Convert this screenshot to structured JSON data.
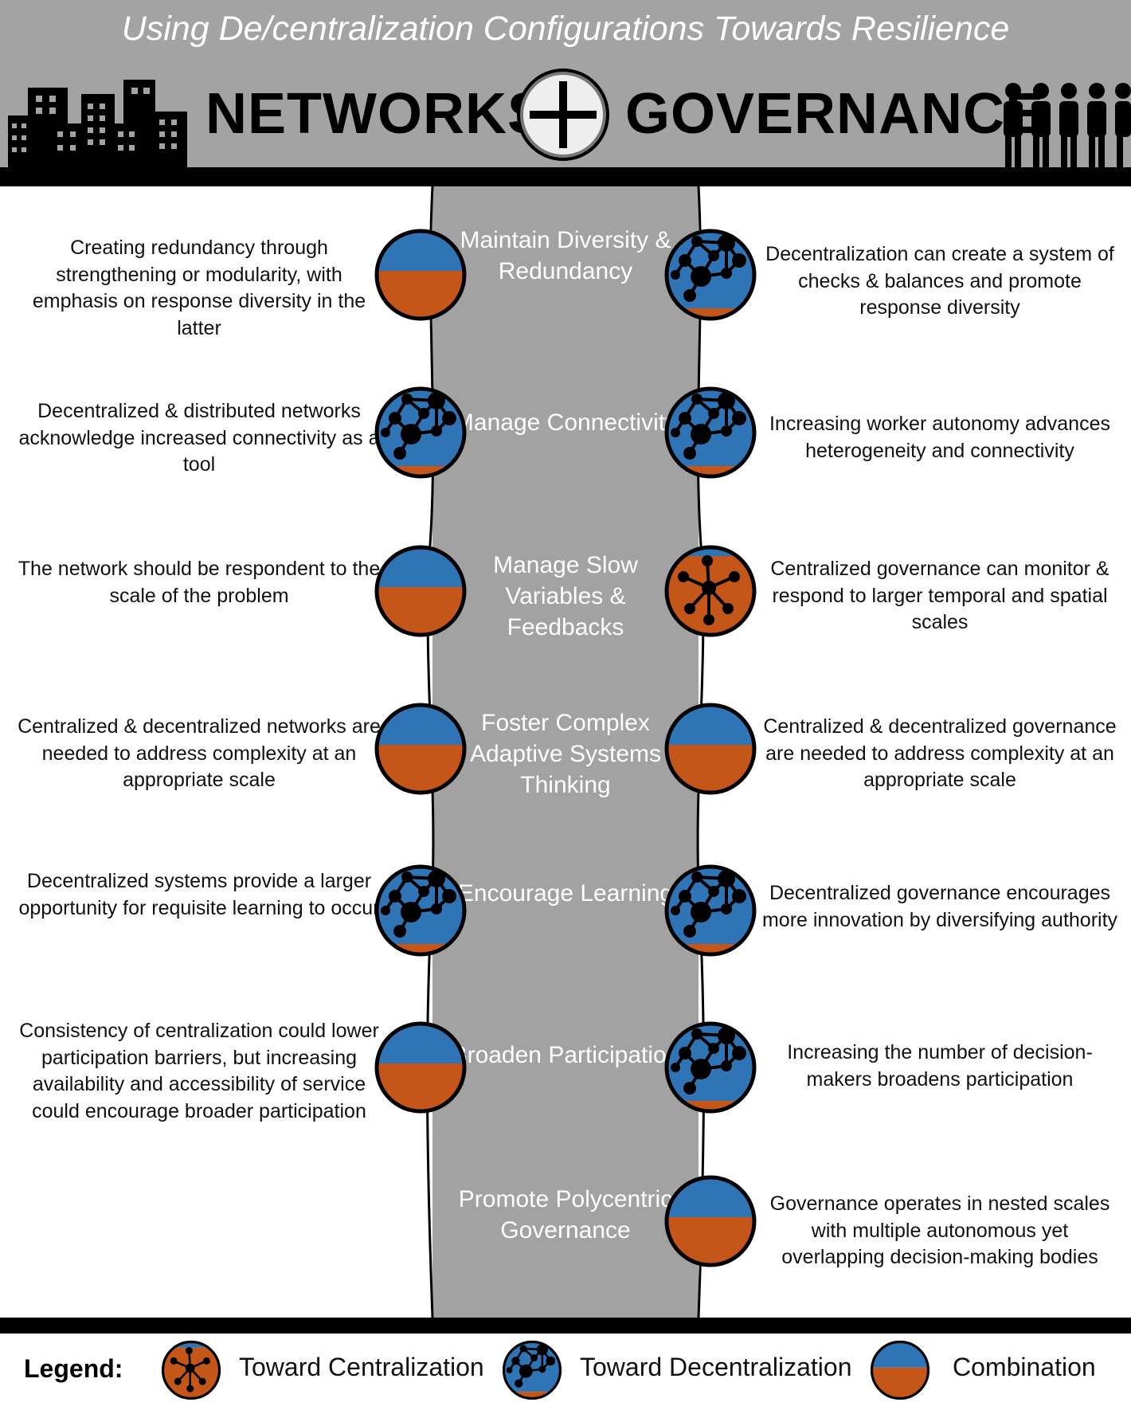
{
  "header": {
    "subtitle": "Using De/centralization Configurations Towards Resilience",
    "left_title": "NETWORKS",
    "right_title": "GOVERNANCE"
  },
  "rows": [
    {
      "title": "Maintain Diversity & Redundancy",
      "networks": {
        "text": "Creating redundancy through strengthening or modularity, with emphasis on response diversity in the latter",
        "icon": "combination"
      },
      "governance": {
        "text": "Decentralization can create a system of checks & balances and promote response diversity",
        "icon": "decentralization"
      }
    },
    {
      "title": "Manage Connectivity",
      "networks": {
        "text": "Decentralized & distributed networks acknowledge increased connectivity as a tool",
        "icon": "decentralization"
      },
      "governance": {
        "text": "Increasing worker autonomy advances heterogeneity and connectivity",
        "icon": "decentralization"
      }
    },
    {
      "title": "Manage Slow Variables & Feedbacks",
      "networks": {
        "text": "The network should be respondent to the scale of the problem",
        "icon": "combination"
      },
      "governance": {
        "text": "Centralized governance can monitor & respond to larger temporal and spatial scales",
        "icon": "centralization"
      }
    },
    {
      "title": "Foster Complex Adaptive Systems Thinking",
      "networks": {
        "text": "Centralized & decentralized networks are needed to address complexity at an appropriate scale",
        "icon": "combination"
      },
      "governance": {
        "text": "Centralized & decentralized governance are needed to address complexity at an appropriate scale",
        "icon": "combination"
      }
    },
    {
      "title": "Encourage Learning",
      "networks": {
        "text": "Decentralized systems provide a larger opportunity for requisite learning to occur",
        "icon": "decentralization"
      },
      "governance": {
        "text": "Decentralized governance encourages more innovation by diversifying authority",
        "icon": "decentralization"
      }
    },
    {
      "title": "Broaden Participation",
      "networks": {
        "text": "Consistency of centralization could lower participation barriers, but increasing availability and accessibility of service could encourage broader participation",
        "icon": "combination"
      },
      "governance": {
        "text": "Increasing the number of decision-makers broadens participation",
        "icon": "decentralization"
      }
    },
    {
      "title": "Promote Polycentric Governance",
      "networks": {
        "text": "",
        "icon": ""
      },
      "governance": {
        "text": "Governance operates in nested scales with multiple autonomous yet overlapping decision-making bodies",
        "icon": "combination"
      }
    }
  ],
  "legend": {
    "title": "Legend:",
    "items": [
      {
        "label": "Toward Centralization",
        "icon": "centralization"
      },
      {
        "label": "Toward Decentralization",
        "icon": "decentralization"
      },
      {
        "label": "Combination",
        "icon": "combination"
      }
    ]
  },
  "colors": {
    "blue": "#2f74b5",
    "orange": "#c5561a",
    "road": "#a2a2a2",
    "header": "#a3a3a3"
  }
}
